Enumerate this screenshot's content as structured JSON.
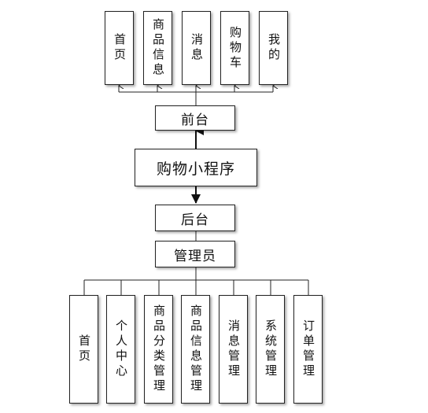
{
  "diagram": {
    "frontend_modules": [
      "首页",
      "商品信息",
      "消息",
      "购物车",
      "我的"
    ],
    "frontend_label": "前台",
    "app_label": "购物小程序",
    "backend_label": "后台",
    "admin_label": "管理员",
    "admin_modules": [
      "首页",
      "个人中心",
      "商品分类管理",
      "商品信息管理",
      "消息管理",
      "系统管理",
      "订单管理"
    ]
  }
}
